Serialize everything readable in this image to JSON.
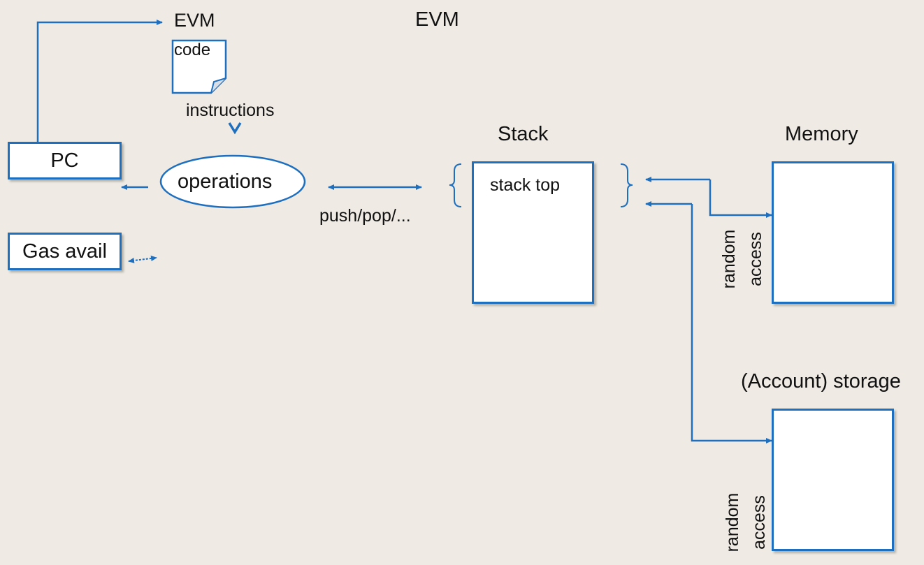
{
  "title_top": "EVM",
  "title_main": "EVM",
  "code_label": "code",
  "instructions_label": "instructions",
  "pc_label": "PC",
  "operations_label": "operations",
  "gas_label": "Gas avail",
  "push_pop_label": "push/pop/...",
  "stack": {
    "title": "Stack",
    "top_label": "stack top"
  },
  "memory": {
    "title": "Memory",
    "random": "random",
    "access": "access"
  },
  "storage": {
    "title": "(Account) storage",
    "random": "random",
    "access": "access"
  },
  "colors": {
    "accent": "#1f6fbf",
    "background": "#efebe4"
  }
}
